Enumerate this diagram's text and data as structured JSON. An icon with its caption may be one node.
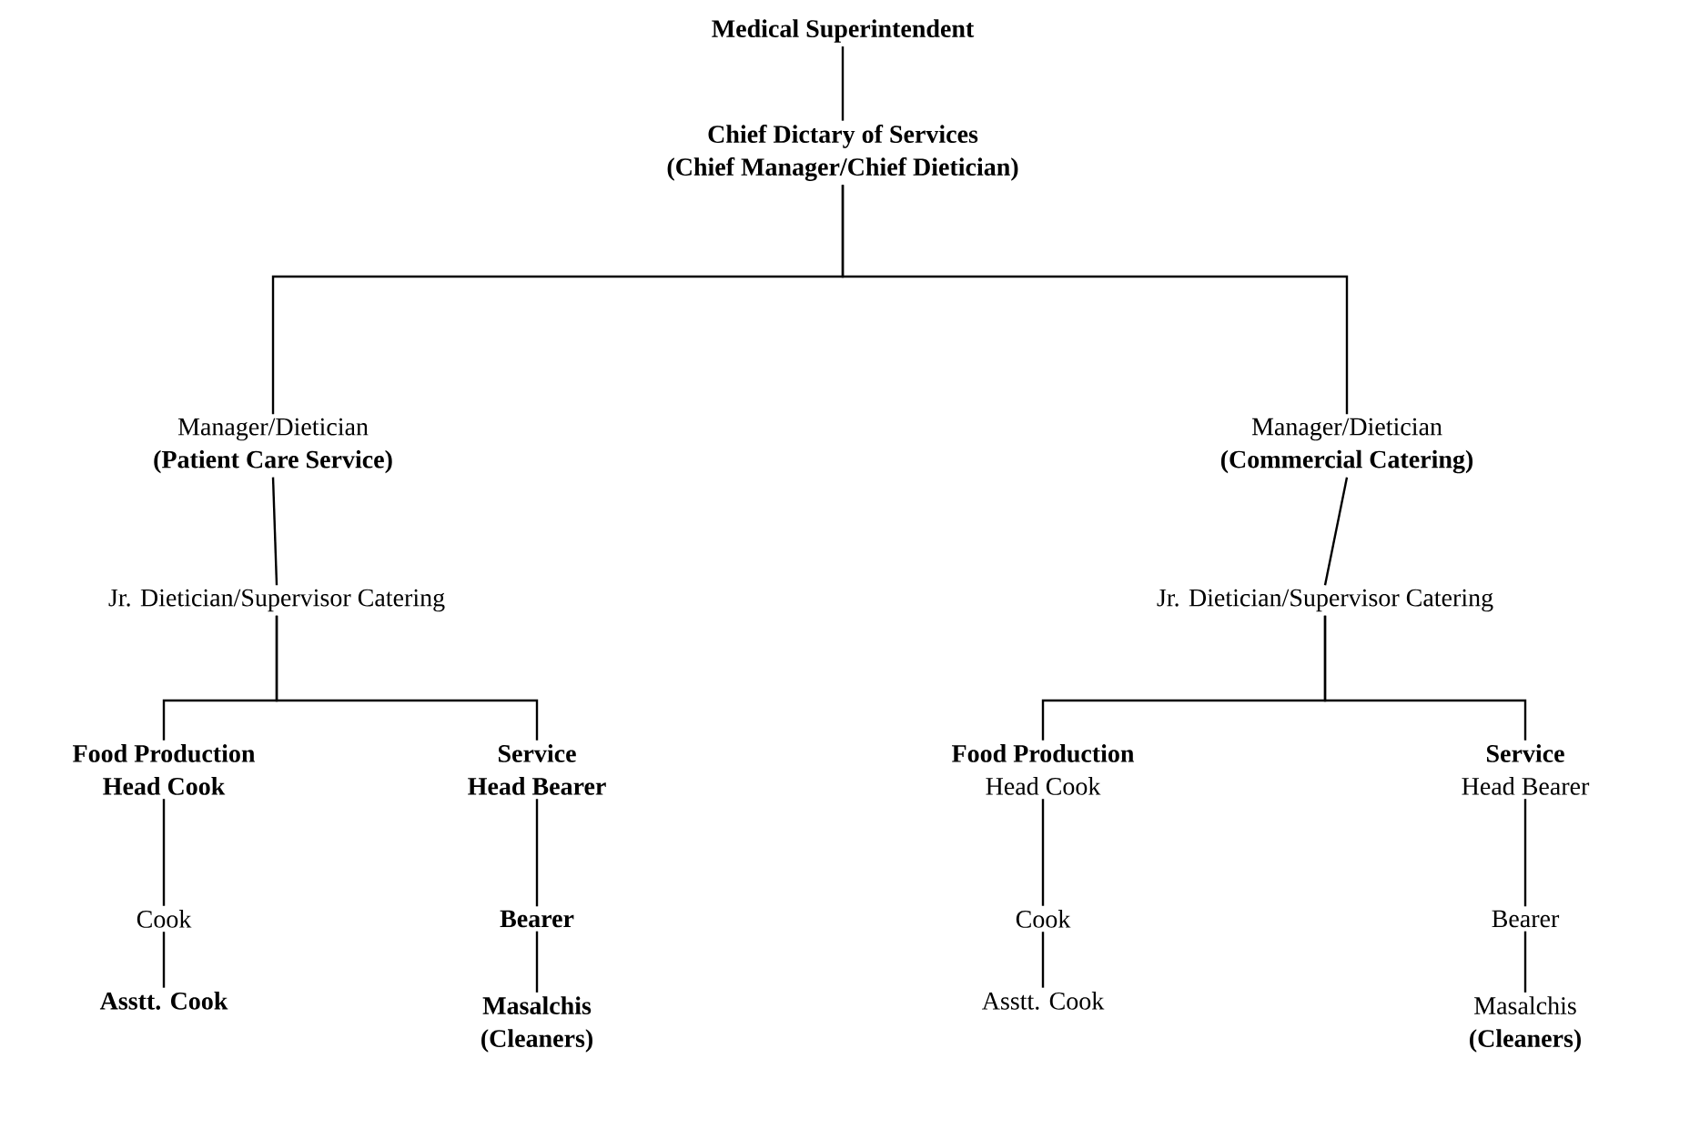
{
  "diagram": {
    "nodes": [
      {
        "text": [
          "Medical Superintendent"
        ]
      },
      {
        "text": [
          "Chief Dictary of Services",
          "(Chief Manager/Chief Dietician)"
        ]
      },
      {
        "text": [
          "Manager/Dietician",
          "(Patient Care Service)"
        ]
      },
      {
        "text": [
          "Manager/Dietician",
          "(Commercial Catering)"
        ]
      },
      {
        "text": [
          "Jr. Dietician/Supervisor Catering"
        ]
      },
      {
        "text": [
          "Jr. Dietician/Supervisor Catering"
        ]
      },
      {
        "text": [
          "Food Production",
          "Head Cook"
        ]
      },
      {
        "text": [
          "Service",
          "Head Bearer"
        ]
      },
      {
        "text": [
          "Cook"
        ]
      },
      {
        "text": [
          "Bearer"
        ]
      },
      {
        "text": [
          "Asstt. Cook"
        ]
      },
      {
        "text": [
          "Masalchis",
          "(Cleaners)"
        ]
      },
      {
        "text": [
          "Food Production",
          "Head Cook"
        ]
      },
      {
        "text": [
          "Service",
          "Head Bearer"
        ]
      },
      {
        "text": [
          "Cook"
        ]
      },
      {
        "text": [
          "Bearer"
        ]
      },
      {
        "text": [
          "Asstt. Cook"
        ]
      },
      {
        "text": [
          "Masalchis",
          "(Cleaners)"
        ]
      }
    ],
    "edges": [
      {
        "from": 0,
        "to": 1,
        "arrow": "none"
      },
      {
        "from": 1,
        "to": 2,
        "arrow": "none"
      },
      {
        "from": 1,
        "to": 3,
        "arrow": "none"
      },
      {
        "from": 2,
        "to": 4,
        "arrow": "none"
      },
      {
        "from": 3,
        "to": 5,
        "arrow": "none"
      },
      {
        "from": 4,
        "to": 6,
        "arrow": "none"
      },
      {
        "from": 4,
        "to": 7,
        "arrow": "none"
      },
      {
        "from": 5,
        "to": 12,
        "arrow": "none"
      },
      {
        "from": 5,
        "to": 13,
        "arrow": "none"
      },
      {
        "from": 6,
        "to": 8,
        "arrow": "none"
      },
      {
        "from": 8,
        "to": 10,
        "arrow": "none"
      },
      {
        "from": 7,
        "to": 9,
        "arrow": "none"
      },
      {
        "from": 9,
        "to": 11,
        "arrow": "none"
      },
      {
        "from": 12,
        "to": 14,
        "arrow": "none"
      },
      {
        "from": 14,
        "to": 16,
        "arrow": "none"
      },
      {
        "from": 13,
        "to": 15,
        "arrow": "none"
      },
      {
        "from": 15,
        "to": 17,
        "arrow": "none"
      }
    ]
  }
}
